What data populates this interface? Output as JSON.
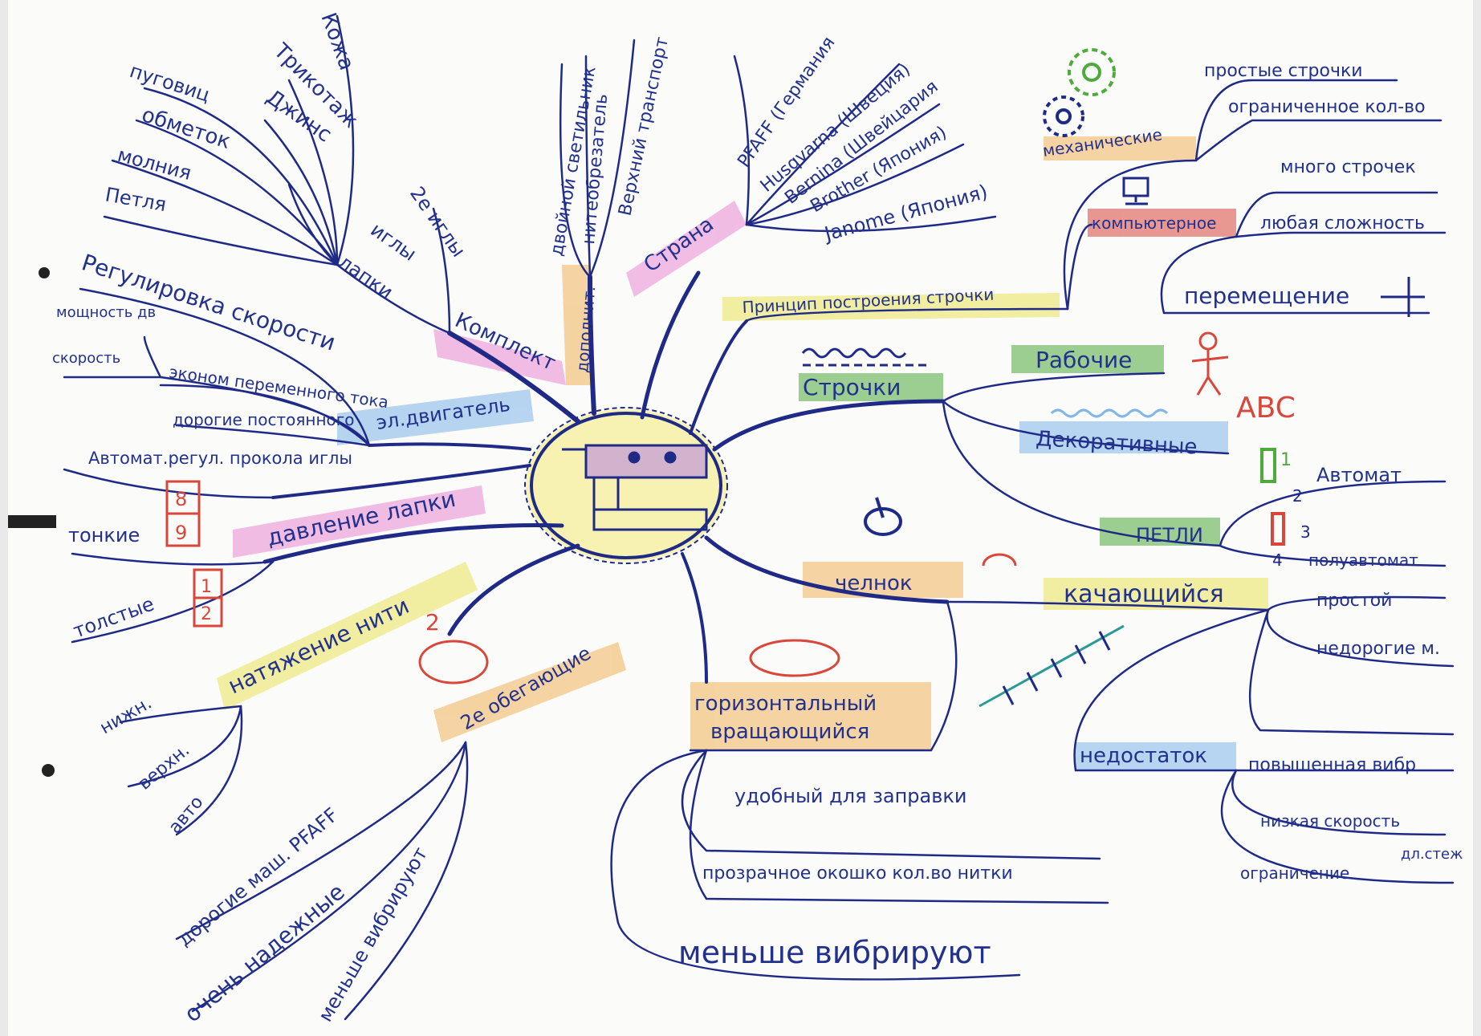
{
  "colors": {
    "ink": "#1f2a86",
    "center_yellow": "#f1e34a",
    "red": "#d9463a",
    "green": "#4faa3c",
    "pink": "#e98ad2",
    "orange": "#f0b35a",
    "blue": "#7fb5e8",
    "yellow": "#e9e35a"
  },
  "labels": {
    "kozha": "Кожа",
    "trikotazh": "Трикотаж",
    "dzhins": "Джинс",
    "pugovits": "пуговиц",
    "obmetok": "обметок",
    "molniya": "молния",
    "petlya": "Петля",
    "igly2e": "2е иглы",
    "igly": "иглы",
    "lapki": "лапки",
    "komplekt": "Комплект",
    "regul_skorosti": "Регулировка скорости",
    "moshchnost": "мощность дв",
    "skorost": "скорость",
    "ekonom": "эконом переменного тока",
    "dorogie_post": "дорогие постоянного",
    "el_dvigatel": "эл.двигатель",
    "avtomat_regul": "Автомат.регул. прокола иглы",
    "davlenie": "давление лапки",
    "tonkie": "тонкие",
    "tolstye": "толстые",
    "natyazhenie": "натяжение нити",
    "nizhn": "нижн.",
    "verhn": "верхн.",
    "avto": "авто",
    "obegaushchie": "2е обегающие",
    "dorogie_pfaff": "дорогие маш. PFAFF",
    "ochen_nadezh": "очень надежные",
    "menshe_vibr1": "меньше вибрируют",
    "dvoinoi_svetilnik": "двойной светильник",
    "niteobrezatel": "нитеобрезатель",
    "verhnii_transport": "Верхний транспорт",
    "dopolnitelno": "дополнит.",
    "strana": "Страна",
    "pfaff": "PFAFF (Германия",
    "husqvarna": "Husqvarna (Швеция)",
    "bernina": "Bernina (Швейцария",
    "brother": "Brother (Япония)",
    "janome": "Janome (Япония)",
    "mehanicheskie": "механические",
    "prostye_strochki": "простые строчки",
    "ogranich_kolvo": "ограниченное кол-во",
    "kompyuternoe": "компьютерное",
    "mnogo_strochek": "много строчек",
    "lubaya_slozhnost": "любая сложность",
    "peremeshchenie": "перемещение",
    "princip": "Принцип построения строчки",
    "strochki": "Строчки",
    "rabochie": "Рабочие",
    "abc": "ABC",
    "dekorativnye": "Декоративные",
    "petli": "ПЕТЛИ",
    "avtomat": "Автомат",
    "poluavtomat": "полуавтомат",
    "chelnok": "челнок",
    "kachayushchiisya": "качающийся",
    "prostoi": "простой",
    "nedorogie": "недорогие м.",
    "nedostatok": "недостаток",
    "povysh_vibr": "повышенная вибр",
    "nizkaya_skorost": "низкая скорость",
    "ogranichenie": "ограничение",
    "dl_stezhka": "дл.стеж",
    "gorizontalnyi": "горизонтальный",
    "vrashchayushchiisya": "вращающийся",
    "udobnyi": "удобный для заправки",
    "prozrachnoe": "прозрачное окошко кол.во нитки",
    "menshe_vibr2": "меньше вибрируют",
    "num8": "8",
    "num9": "9",
    "num1": "1",
    "num2": "2",
    "num2b": "2",
    "num1b": "1",
    "num2c": "2",
    "num3": "3",
    "num4": "4"
  }
}
